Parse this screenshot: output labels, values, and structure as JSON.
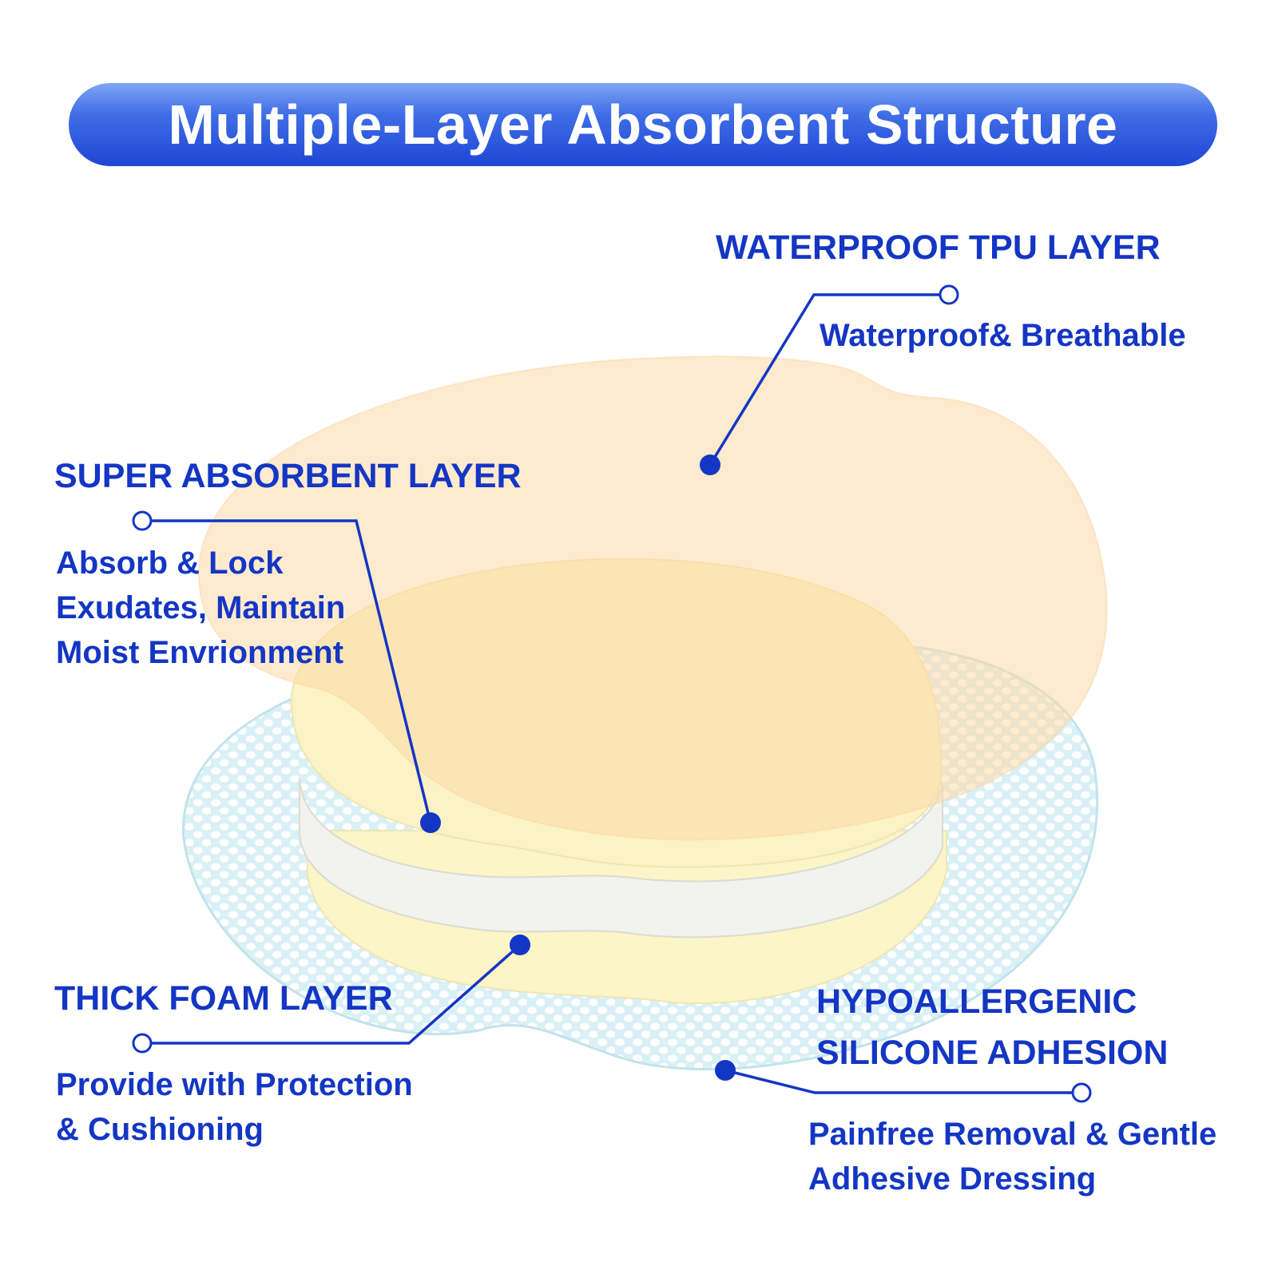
{
  "banner": {
    "title": "Multiple-Layer Absorbent Structure"
  },
  "colors": {
    "accent": "#1436c4",
    "banner_top": "#7fa6f4",
    "banner_bottom": "#1f46d6",
    "tpu_layer": "#fde3bd",
    "absorbent_layer": "#fbf1c4",
    "foam_layer": "#f2f1ea",
    "silicone_layer": "#d2eef4"
  },
  "callouts": {
    "waterproof": {
      "title": "WATERPROOF TPU LAYER",
      "desc": [
        "Waterproof& Breathable"
      ]
    },
    "absorbent": {
      "title": "SUPER ABSORBENT LAYER",
      "desc": [
        "Absorb & Lock",
        "Exudates, Maintain",
        "Moist Envrionment"
      ]
    },
    "foam": {
      "title": "THICK FOAM LAYER",
      "desc": [
        "Provide with Protection",
        "& Cushioning"
      ]
    },
    "silicone": {
      "title": [
        "HYPOALLERGENIC",
        "SILICONE ADHESION"
      ],
      "desc": [
        "Painfree Removal &  Gentle",
        "Adhesive Dressing"
      ]
    }
  }
}
